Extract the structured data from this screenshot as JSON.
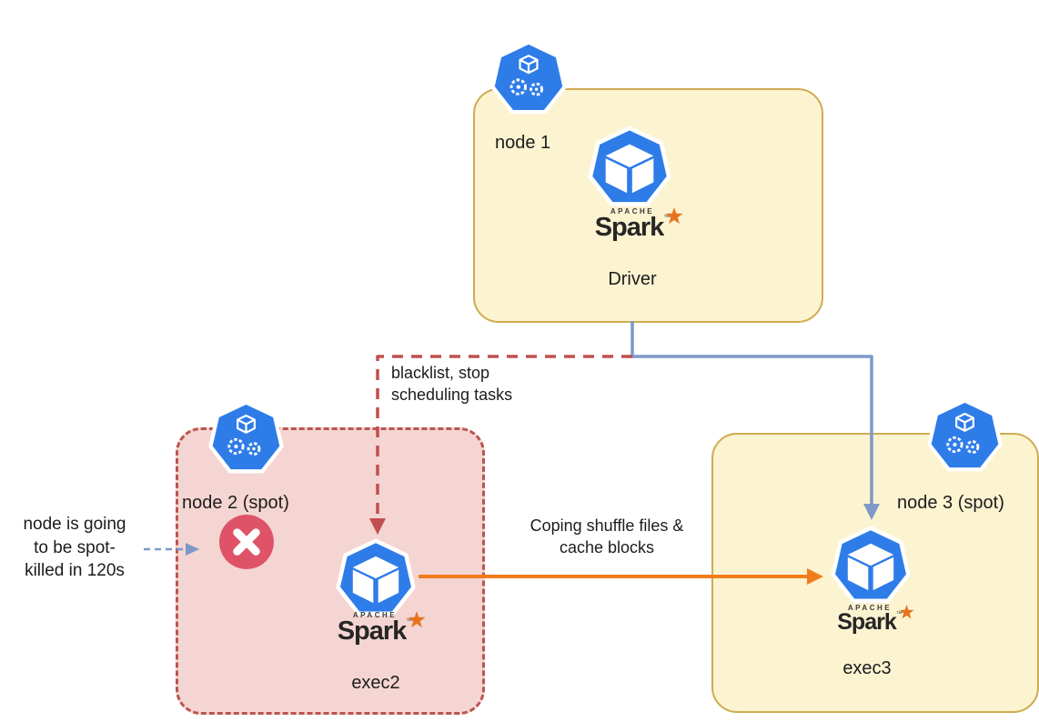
{
  "nodes": {
    "node1": {
      "label": "node 1",
      "role": "Driver"
    },
    "node2": {
      "label": "node 2 (spot)",
      "role": "exec2"
    },
    "node3": {
      "label": "node 3 (spot)",
      "role": "exec3"
    }
  },
  "spark_logo": {
    "apache": "APACHE",
    "word": "Spark",
    "tm": "™"
  },
  "annotations": {
    "blacklist": "blacklist, stop\nscheduling tasks",
    "copy_shuffle": "Coping shuffle files &\ncache blocks",
    "spot_kill": "node is going\nto be spot-\nkilled in 120s"
  },
  "colors": {
    "k8s_blue": "#2E7CE8",
    "node_yellow_fill": "#FCF3D1",
    "node_yellow_border": "#CFAC52",
    "node_pink_fill": "#F5D5D2",
    "node_pink_border": "#BA5550",
    "arrow_red": "#C0504D",
    "arrow_blue": "#7E99C8",
    "arrow_orange": "#F07D1A",
    "spark_orange": "#E8731F",
    "error_red": "#DF5368",
    "text_dark": "#1C1C1C"
  }
}
